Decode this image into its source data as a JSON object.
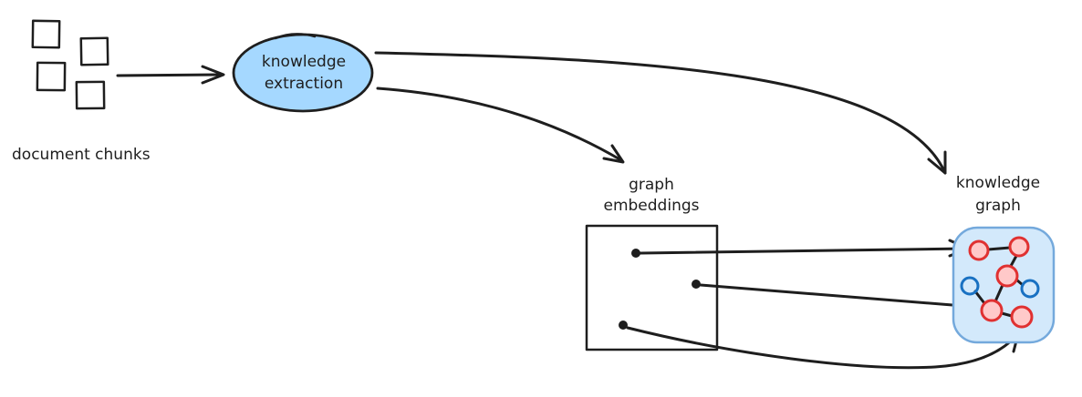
{
  "palette": {
    "ink": "#1e1e1e",
    "extraction_fill": "#a5d8ff",
    "graph_box_fill": "#d3e9fb",
    "graph_box_stroke": "#74a9dc",
    "red_node_stroke": "#e03131",
    "red_node_fill": "#ffc9c9",
    "blue_node_stroke": "#1971c2",
    "blue_node_fill": "none",
    "background": "#ffffff"
  },
  "nodes": {
    "document_chunks": {
      "label": "document chunks",
      "square_count": 4
    },
    "knowledge_extraction": {
      "label": "knowledge extraction",
      "line1": "knowledge",
      "line2": "extraction"
    },
    "graph_embeddings": {
      "label": "graph embeddings",
      "line1": "graph",
      "line2": "embeddings",
      "point_count": 3
    },
    "knowledge_graph": {
      "label": "knowledge graph",
      "line1": "knowledge",
      "line2": "graph",
      "red_node_count": 5,
      "blue_node_count": 2,
      "graph_nodes": [
        {
          "id": "r1",
          "color": "red"
        },
        {
          "id": "r2",
          "color": "red"
        },
        {
          "id": "r3",
          "color": "red"
        },
        {
          "id": "r4",
          "color": "red"
        },
        {
          "id": "r5",
          "color": "red"
        },
        {
          "id": "b1",
          "color": "blue"
        },
        {
          "id": "b2",
          "color": "blue"
        }
      ],
      "graph_edges": [
        [
          "r1",
          "r2"
        ],
        [
          "r2",
          "r3"
        ],
        [
          "r3",
          "b2"
        ],
        [
          "r3",
          "r4"
        ],
        [
          "b1",
          "r4"
        ],
        [
          "r4",
          "r5"
        ]
      ]
    }
  },
  "arrows": [
    {
      "from": "document-chunks",
      "to": "knowledge-extraction"
    },
    {
      "from": "knowledge-extraction",
      "to": "knowledge-graph"
    },
    {
      "from": "knowledge-extraction",
      "to": "graph-embeddings"
    },
    {
      "from": "embedding-point-1",
      "to": "knowledge-graph"
    },
    {
      "from": "embedding-point-2",
      "to": "knowledge-graph"
    },
    {
      "from": "embedding-point-3",
      "to": "knowledge-graph"
    }
  ]
}
